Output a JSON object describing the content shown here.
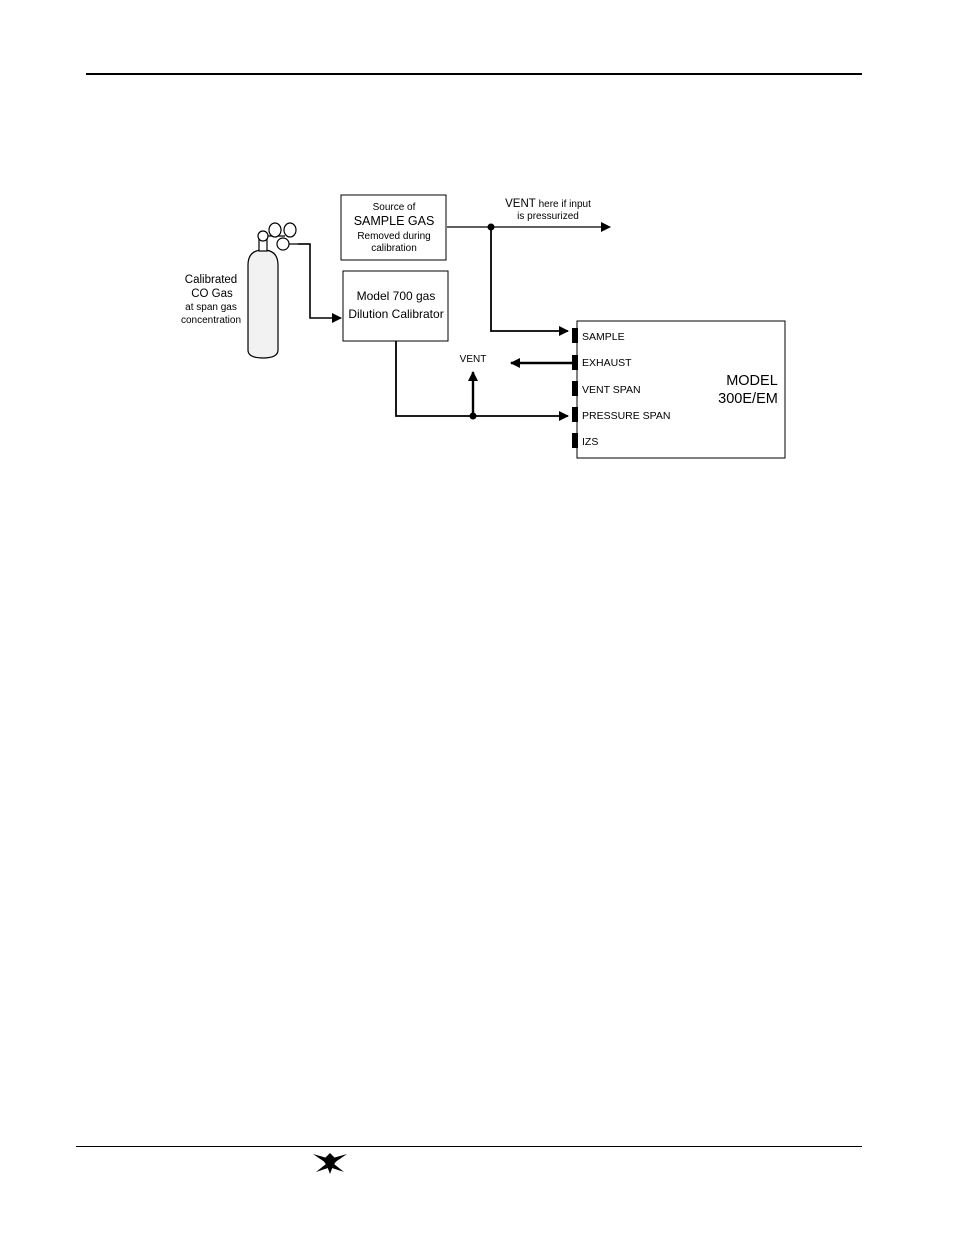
{
  "diagram": {
    "cylinder": {
      "label_line1": "Calibrated",
      "label_line2": "CO Gas",
      "label_line3": "at span gas",
      "label_line4": "concentration"
    },
    "sample_source": {
      "line1": "Source of",
      "line2": "SAMPLE GAS",
      "line3": "Removed during",
      "line4": "calibration"
    },
    "vent_top": {
      "line1_bold": "VENT",
      "line1_rest": " here if input",
      "line2": "is pressurized"
    },
    "calibrator": {
      "line1": "Model 700 gas",
      "line2": "Dilution Calibrator"
    },
    "vent_mid": "VENT",
    "analyzer": {
      "title_line1": "MODEL",
      "title_line2": "300E/EM",
      "ports": [
        "SAMPLE",
        "EXHAUST",
        "VENT SPAN",
        "PRESSURE SPAN",
        "IZS"
      ]
    }
  }
}
